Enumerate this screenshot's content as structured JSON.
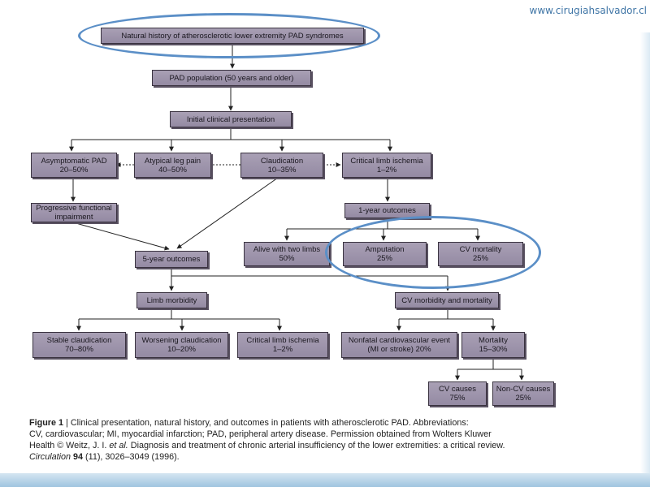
{
  "watermark": "www.cirugiahsalvador.cl",
  "boxes": {
    "title": "Natural history of atherosclerotic lower extremity PAD syndromes",
    "population": "PAD population (50 years and older)",
    "initial": "Initial clinical presentation",
    "asymptomatic": {
      "line1": "Asymptomatic PAD",
      "line2": "20–50%"
    },
    "atypical": {
      "line1": "Atypical leg pain",
      "line2": "40–50%"
    },
    "claudication": {
      "line1": "Claudication",
      "line2": "10–35%"
    },
    "cli_top": {
      "line1": "Critical limb ischemia",
      "line2": "1–2%"
    },
    "progressive": {
      "line1": "Progressive functional",
      "line2": "impairment"
    },
    "one_year": "1-year outcomes",
    "five_year": "5-year outcomes",
    "alive": {
      "line1": "Alive with two limbs",
      "line2": "50%"
    },
    "amputation": {
      "line1": "Amputation",
      "line2": "25%"
    },
    "cv_mortality": {
      "line1": "CV mortality",
      "line2": "25%"
    },
    "limb_morbidity": "Limb morbidity",
    "cv_morbidity": "CV morbidity and mortality",
    "stable": {
      "line1": "Stable claudication",
      "line2": "70–80%"
    },
    "worsening": {
      "line1": "Worsening claudication",
      "line2": "10–20%"
    },
    "cli_bottom": {
      "line1": "Critical limb ischemia",
      "line2": "1–2%"
    },
    "nonfatal": {
      "line1": "Nonfatal cardiovascular event",
      "line2": "(MI or stroke) 20%"
    },
    "mortality": {
      "line1": "Mortality",
      "line2": "15–30%"
    },
    "cv_causes": {
      "line1": "CV causes",
      "line2": "75%"
    },
    "noncv_causes": {
      "line1": "Non-CV causes",
      "line2": "25%"
    }
  },
  "caption": {
    "label": "Figure 1",
    "sep": " | ",
    "text1": "Clinical presentation, natural history, and outcomes in patients with atherosclerotic PAD. Abbreviations:",
    "line2": "CV, cardiovascular; MI, myocardial infarction; PAD, peripheral artery disease. Permission obtained from Wolters Kluwer",
    "line3_pre": "Health © Weitz, J. I. ",
    "line3_em": "et al.",
    "line3_post": " Diagnosis and treatment of chronic arterial insufficiency of the lower extremities: a critical review.",
    "journal": "Circulation",
    "volume": "94",
    "pages": " (11), 3026–3049 (1996)."
  },
  "colors": {
    "box_fill": "#a197ae",
    "box_border": "#3a3340",
    "connector": "#222222",
    "highlight_ring": "#5b8fc7",
    "url_text": "#3f75a6"
  }
}
